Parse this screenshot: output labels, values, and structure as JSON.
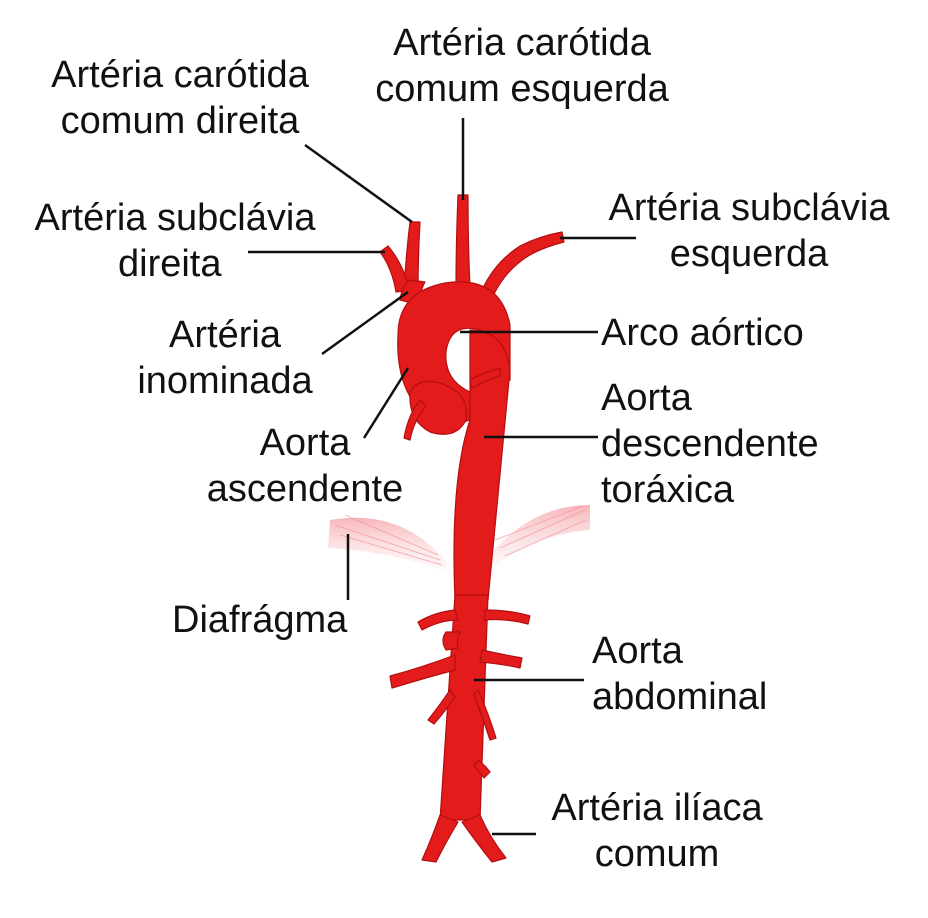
{
  "colors": {
    "artery": "#e31b1b",
    "artery_dark": "#b30f12",
    "artery_highlight": "#ff5a55",
    "diaphragm": "#f4a3a8",
    "leader": "#111111",
    "text": "#111111"
  },
  "labels": {
    "carotida_direita": [
      "Artéria carótida",
      "comum direita"
    ],
    "carotida_esquerda": [
      "Artéria carótida",
      "comum esquerda"
    ],
    "subclavia_direita": [
      "Artéria subclávia",
      "direita"
    ],
    "subclavia_esquerda": [
      "Artéria subclávia",
      "esquerda"
    ],
    "inominada": [
      "Artéria",
      "inominada"
    ],
    "arco_aortico": [
      "Arco aórtico"
    ],
    "aorta_ascendente": [
      "Aorta",
      "ascendente"
    ],
    "aorta_descendente_toracica": [
      "Aorta",
      "descendente",
      "toráxica"
    ],
    "diafragma": [
      "Diafrágma"
    ],
    "aorta_abdominal": [
      "Aorta",
      "abdominal"
    ],
    "iliaca_comum": [
      "Artéria ilíaca",
      "comum"
    ]
  }
}
